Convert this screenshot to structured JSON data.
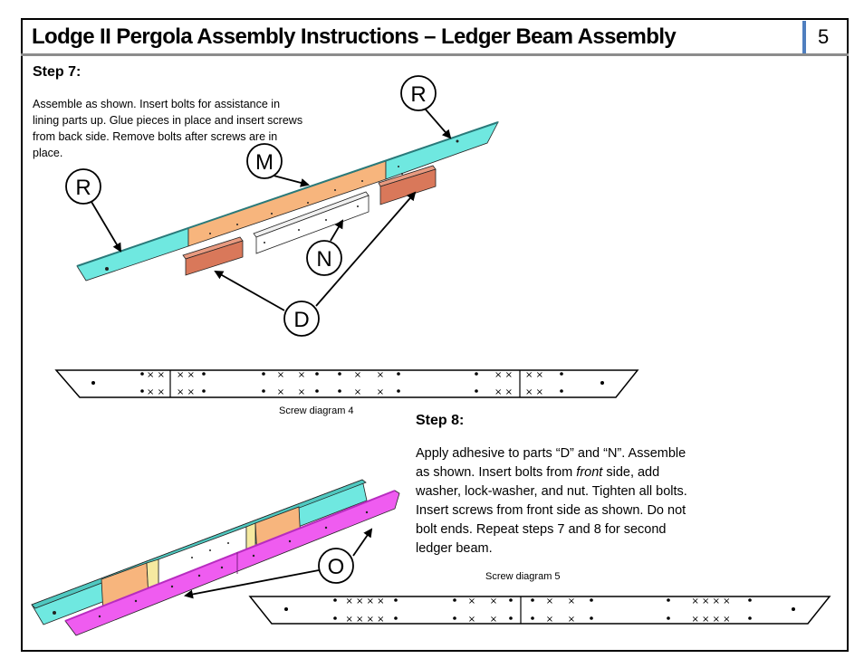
{
  "header": {
    "title": "Lodge II Pergola Assembly Instructions – Ledger Beam Assembly",
    "page_number": "5"
  },
  "step7": {
    "label": "Step 7:",
    "text": "Assemble as shown. Insert bolts for assistance in lining parts up. Glue pieces in place and insert screws from back side. Remove bolts after screws are in place."
  },
  "step8": {
    "label": "Step 8:",
    "text_part1": "Apply adhesive to parts “D” and “N”. Assemble as shown. Insert bolts from ",
    "text_emphasis": "front",
    "text_part2": " side, add washer, lock-washer, and nut. Tighten all bolts. Insert screws from front side as shown. Do not bolt ends. Repeat steps 7 and 8 for second ledger beam."
  },
  "callouts": {
    "r_top": "R",
    "r_left": "R",
    "m": "M",
    "n": "N",
    "d": "D",
    "o": "O"
  },
  "captions": {
    "diagram4": "Screw diagram 4",
    "diagram5": "Screw diagram 5"
  },
  "colors": {
    "part_r": "#6fe8e0",
    "part_m": "#f7b57d",
    "part_d": "#d9785a",
    "part_n": "#ffffff",
    "part_o": "#ef5cf0",
    "divider_accent": "#4f7fbf"
  }
}
